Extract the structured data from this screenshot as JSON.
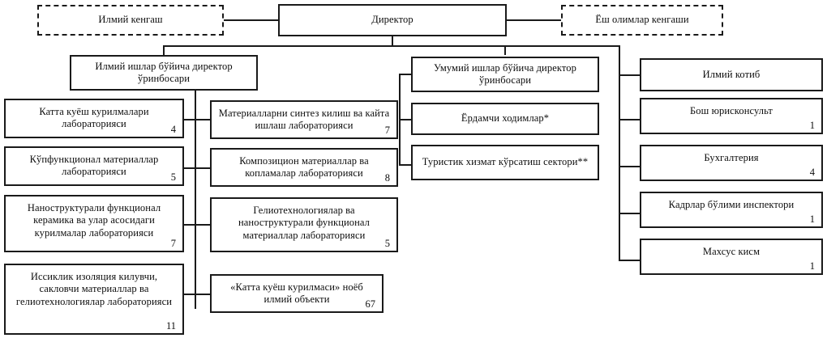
{
  "diagram": {
    "title": "Organizational structure chart",
    "language": "uz-Cyrl",
    "accent_color": "#1a1a1a",
    "background_color": "#ffffff"
  },
  "top": {
    "advisory_left": {
      "label": "Илмий кенгаш"
    },
    "director": {
      "label": "Директор"
    },
    "advisory_right": {
      "label": "Ёш олимлар кенгаши"
    }
  },
  "deputies": {
    "science": {
      "label": "Илмий ишлар бўйича директор ўринбосари"
    },
    "general": {
      "label": "Умумий ишлар бўйича директор ўринбосари"
    }
  },
  "column_left": [
    {
      "label": "Катта куёш курилмалари лабораторияси",
      "count": "4"
    },
    {
      "label": "Кўпфункционал материаллар лабораторияси",
      "count": "5"
    },
    {
      "label": "Наноструктурали функционал керамика ва улар асосидаги курилмалар лабораторияси",
      "count": "7"
    },
    {
      "label": "Иссиклик изоляция килувчи, сакловчи материаллар ва гелиотехнологиялар лабораторияси",
      "count": "11"
    }
  ],
  "column_second": [
    {
      "label": "Материалларни синтез килиш ва кайта ишлаш лабораторияси",
      "count": "7"
    },
    {
      "label": "Композицион материаллар ва копламалар лабораторияси",
      "count": "8"
    },
    {
      "label": "Гелиотехнологиялар ва наноструктурали функционал материаллар лабораторияси",
      "count": "5"
    },
    {
      "label": "«Катта куёш курилмаси» ноёб илмий объекти",
      "count": "67"
    }
  ],
  "column_middle": [
    {
      "label": "Ёрдамчи ходимлар*",
      "count": ""
    },
    {
      "label": "Туристик хизмат кўрсатиш сектори**",
      "count": ""
    }
  ],
  "column_right": [
    {
      "label": "Илмий котиб",
      "count": ""
    },
    {
      "label": "Бош юрисконсульт",
      "count": "1"
    },
    {
      "label": "Бухгалтерия",
      "count": "4"
    },
    {
      "label": "Кадрлар бўлими инспектори",
      "count": "1"
    },
    {
      "label": "Махсус кисм",
      "count": "1"
    }
  ]
}
